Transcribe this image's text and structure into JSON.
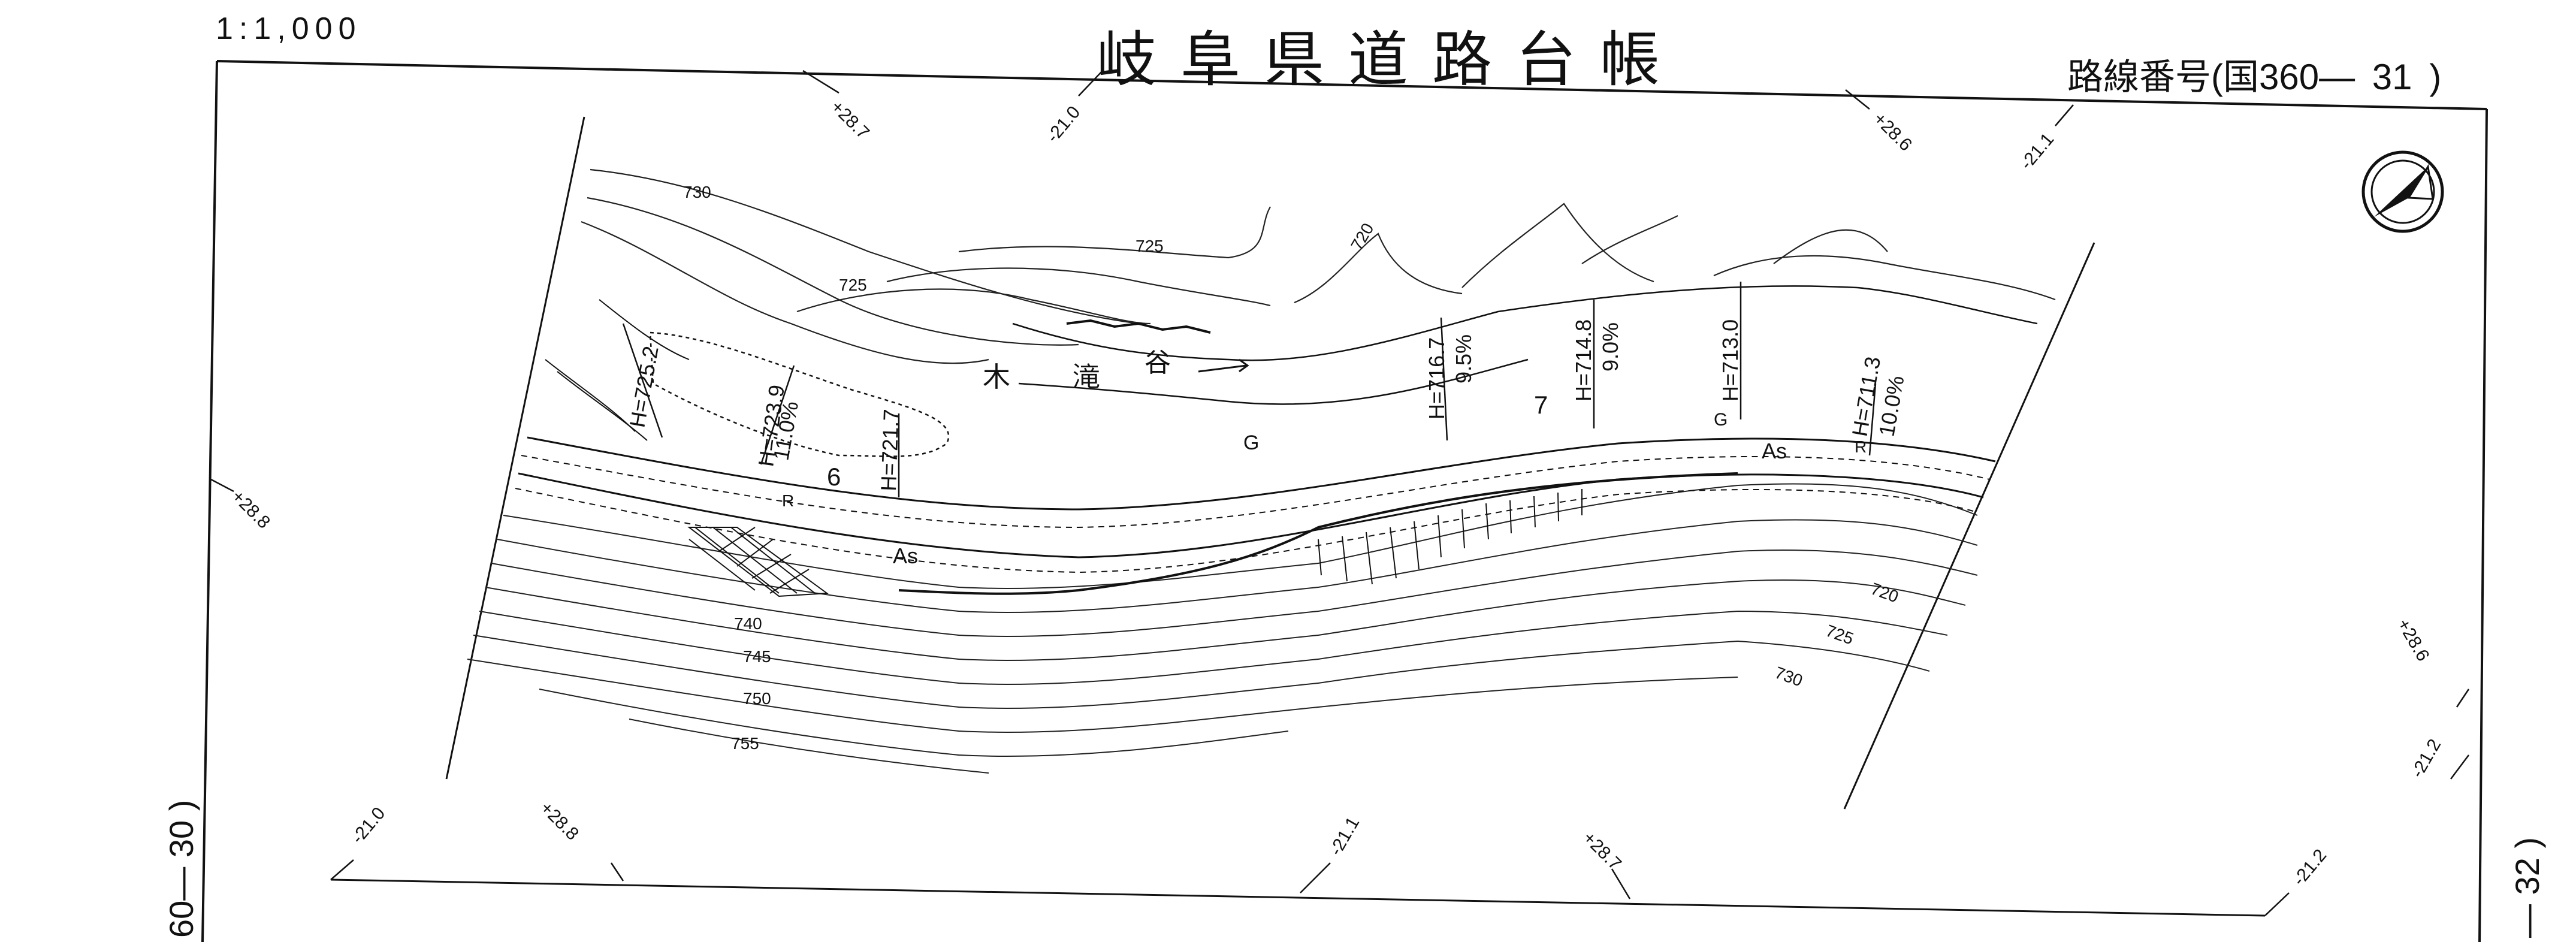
{
  "header": {
    "scale": "1:1,000",
    "title": "岐阜県道路台帳",
    "route_label": "路線番号(国",
    "route_number": "360—",
    "route_sheet": "31",
    "route_close": ")"
  },
  "edges": {
    "left": "60— 30 )",
    "right": "— 32 )"
  },
  "map": {
    "river_name": [
      "木",
      "滝",
      "谷"
    ],
    "section_numbers": [
      "6",
      "7"
    ],
    "pavement_labels": [
      "As",
      "As"
    ],
    "ground_labels": [
      "G",
      "G"
    ],
    "r_labels": [
      "R",
      "R"
    ],
    "heights": [
      "H=725.2",
      "H=723.9",
      "H=721.7",
      "H=716.7",
      "H=714.8",
      "H=713.0",
      "H=711.3"
    ],
    "grades": [
      "11.0%",
      "9.5%",
      "9.0%",
      "10.0%"
    ],
    "contour_labels": [
      "730",
      "725",
      "725",
      "720",
      "740",
      "745",
      "750",
      "755",
      "720",
      "725",
      "730"
    ],
    "coordinate_ticks": [
      "+28.7",
      "-21.0",
      "+28.6",
      "-21.1",
      "+28.8",
      "+28.6",
      "-21.2",
      "-21.0",
      "+28.8",
      "-21.1",
      "+28.7",
      "-21.2"
    ]
  },
  "north_arrow": {
    "icon": "north-arrow-icon"
  }
}
